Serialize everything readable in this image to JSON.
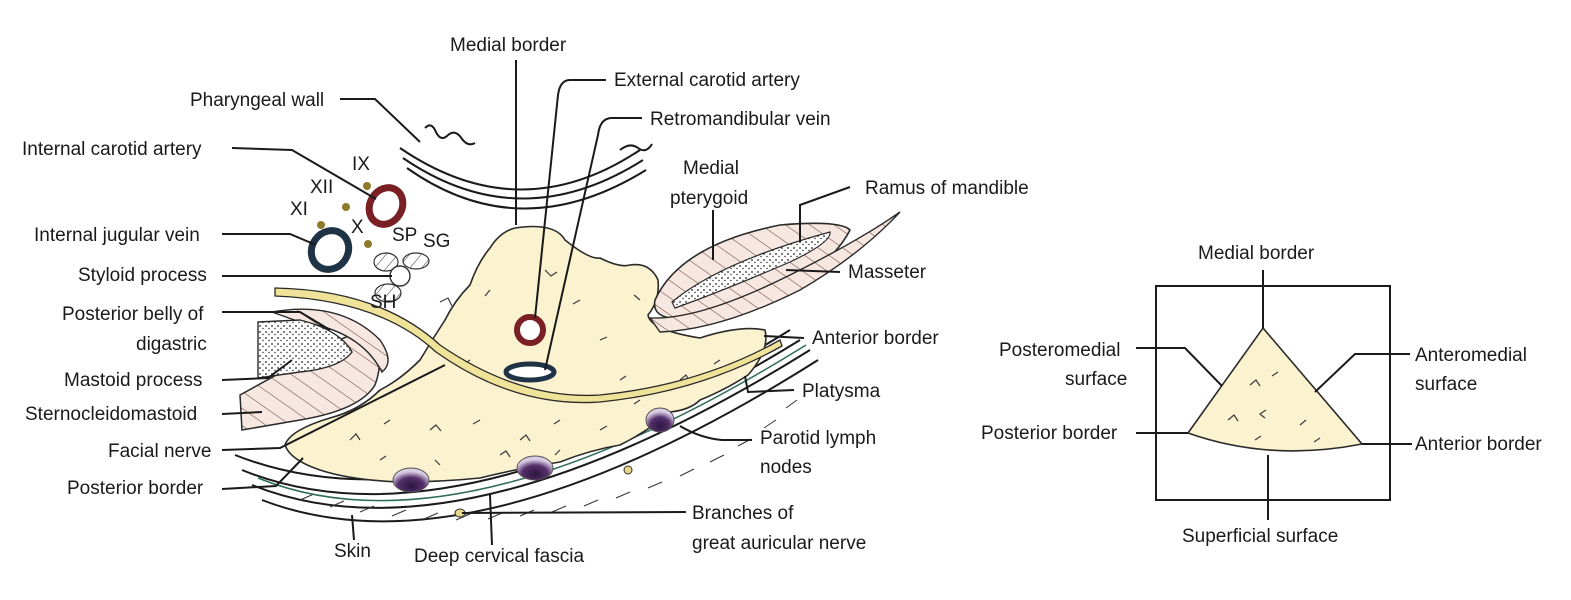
{
  "left_diagram": {
    "labels": {
      "medial_border": "Medial border",
      "external_carotid": "External carotid artery",
      "retromandibular": "Retromandibular vein",
      "pharyngeal_wall": "Pharyngeal wall",
      "internal_carotid": "Internal carotid artery",
      "ix": "IX",
      "xii": "XII",
      "xi": "XI",
      "x": "X",
      "sp": "SP",
      "sg": "SG",
      "sh": "SH",
      "internal_jugular": "Internal jugular vein",
      "styloid": "Styloid process",
      "posterior_belly_1": "Posterior belly of",
      "posterior_belly_2": "digastric",
      "mastoid": "Mastoid process",
      "sternocleidomastoid": "Sternocleidomastoid",
      "facial_nerve": "Facial nerve",
      "posterior_border": "Posterior border",
      "medial_pterygoid_1": "Medial",
      "medial_pterygoid_2": "pterygoid",
      "ramus": "Ramus of mandible",
      "masseter": "Masseter",
      "anterior_border": "Anterior border",
      "platysma": "Platysma",
      "parotid_lymph_1": "Parotid lymph",
      "parotid_lymph_2": "nodes",
      "branches_1": "Branches of",
      "branches_2": "great auricular nerve",
      "skin": "Skin",
      "deep_cervical": "Deep cervical fascia"
    }
  },
  "right_diagram": {
    "labels": {
      "medial_border": "Medial border",
      "posteromedial_1": "Posteromedial",
      "posteromedial_2": "surface",
      "anteromedial_1": "Anteromedial",
      "anteromedial_2": "surface",
      "posterior_border": "Posterior border",
      "anterior_border": "Anterior border",
      "superficial_surface": "Superficial surface"
    }
  },
  "colors": {
    "gland_fill": "#fbf2cf",
    "artery": "#7a1f24",
    "vein": "#1f3347",
    "lymph_node": "#4a2d5e",
    "nerve_fill": "#efe39a",
    "muscle_fill": "#f5e6df"
  }
}
